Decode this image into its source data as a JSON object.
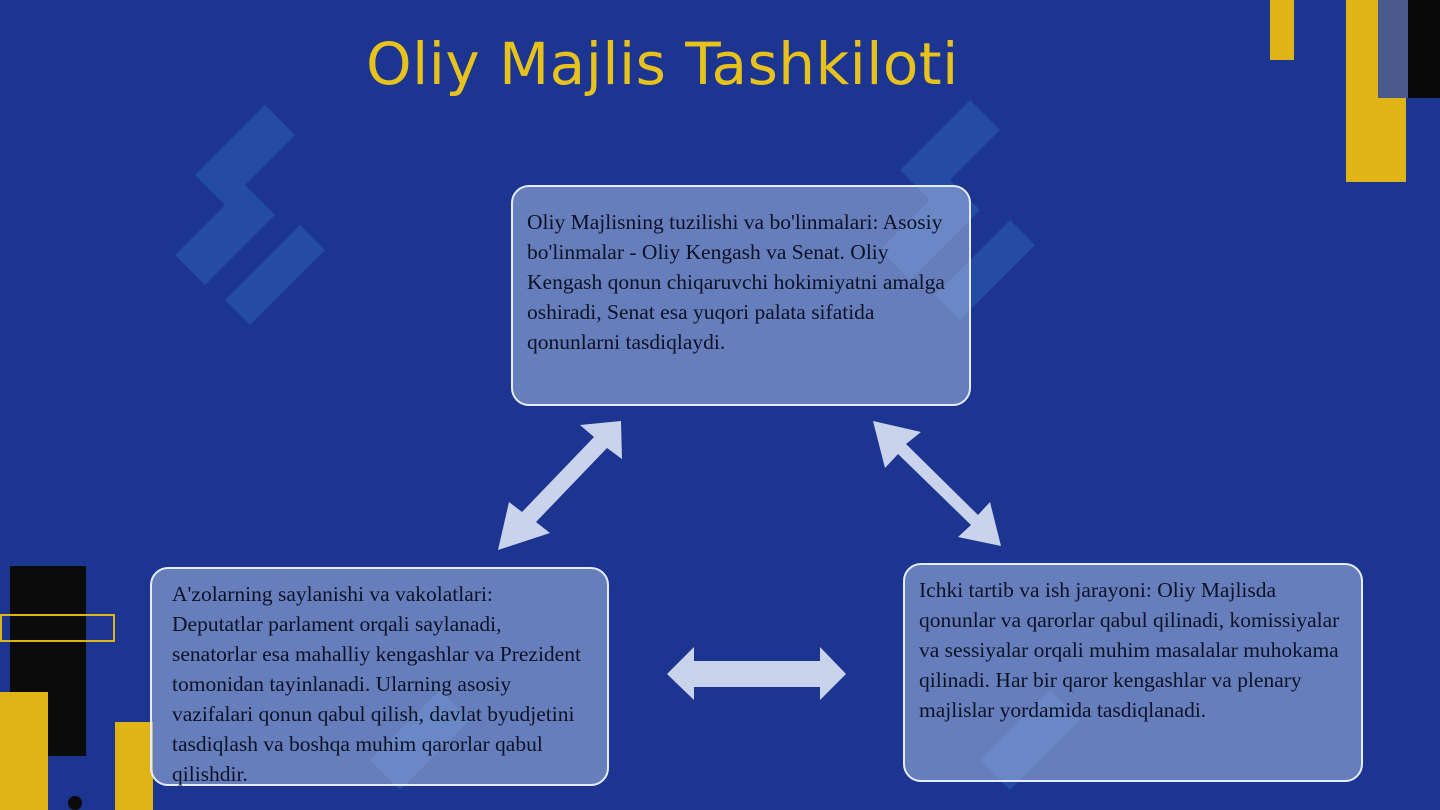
{
  "slide": {
    "title": "Oliy Majlis Tashkiloti"
  },
  "nodes": {
    "top": "Oliy Majlisning tuzilishi va bo'linmalari: Asosiy bo'linmalar - Oliy Kengash va Senat. Oliy Kengash qonun chiqaruvchi hokimiyatni amalga oshiradi, Senat esa yuqori palata sifatida qonunlarni tasdiqlaydi.",
    "left": "A'zolarning saylanishi va vakolatlari: Deputatlar parlament orqali saylanadi, senatorlar esa mahalliy kengashlar va Prezident tomonidan tayinlanadi. Ularning asosiy vazifalari qonun qabul qilish, davlat byudjetini tasdiqlash va boshqa muhim qarorlar qabul qilishdir.",
    "right": "Ichki tartib va ish jarayoni: Oliy Majlisda qonunlar va qarorlar qabul qilinadi, komissiyalar va sessiyalar orqali muhim masalalar muhokama qilinadi. Har bir qaror kengashlar va plenary majlislar yordamida tasdiqlanadi."
  },
  "colors": {
    "background": "#1c3591",
    "title": "#e8c21c",
    "accent_yellow": "#e0b417",
    "box_fill": "rgba(165,185,225,0.55)",
    "arrow": "#c9d3ec"
  }
}
